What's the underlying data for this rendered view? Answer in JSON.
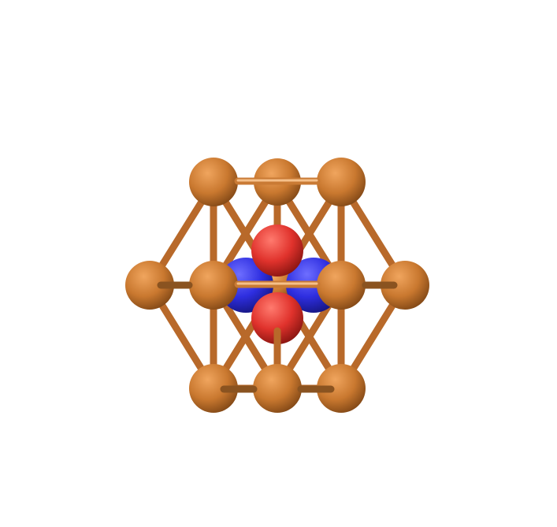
{
  "scene": {
    "background": "#ffffff",
    "colors": {
      "copper": "#c7782f",
      "copper_bond": "#c97a34",
      "oxygen": "#e0322c",
      "nitrogen": "#2e2ee0"
    },
    "atoms": [
      {
        "id": "cu-top-left",
        "element": "Cu"
      },
      {
        "id": "cu-top-center",
        "element": "Cu"
      },
      {
        "id": "cu-top-right",
        "element": "Cu"
      },
      {
        "id": "cu-mid-far-left",
        "element": "Cu"
      },
      {
        "id": "cu-mid-left",
        "element": "Cu"
      },
      {
        "id": "cu-mid-center",
        "element": "Cu"
      },
      {
        "id": "cu-mid-right",
        "element": "Cu"
      },
      {
        "id": "cu-mid-far-right",
        "element": "Cu"
      },
      {
        "id": "cu-bottom-left",
        "element": "Cu"
      },
      {
        "id": "cu-bottom-center",
        "element": "Cu"
      },
      {
        "id": "cu-bottom-right",
        "element": "Cu"
      },
      {
        "id": "o-upper",
        "element": "O"
      },
      {
        "id": "o-lower",
        "element": "O"
      },
      {
        "id": "n-left",
        "element": "N"
      },
      {
        "id": "n-right",
        "element": "N"
      }
    ]
  }
}
